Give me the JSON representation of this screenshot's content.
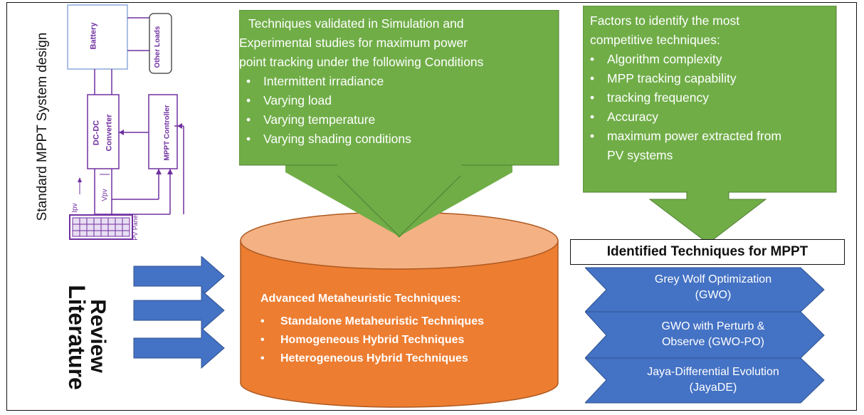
{
  "left_panel": {
    "title": "Standard MPPT System design",
    "battery": "Battery",
    "other_loads": "Other Loads",
    "converter_line1": "DC-DC",
    "converter_line2": "Converter",
    "mppt_controller": "MPPT Controller",
    "ipv_label": "Ipv",
    "vpv_label": "Vpv",
    "pv_panel": "PV Panel"
  },
  "literature_review": {
    "line1": "Literature",
    "line2": "Review"
  },
  "techniques_box": {
    "intro_line1": "Techniques   validated  in   Simulation and",
    "intro_line2": "Experimental studies for maximum power",
    "intro_line3": "point tracking under the following Conditions",
    "items": [
      "Intermittent irradiance",
      "Varying load",
      "Varying temperature",
      "Varying shading  conditions"
    ]
  },
  "factors_box": {
    "intro_line1": "Factors   to   identify   the   most",
    "intro_line2": "competitive techniques:",
    "items": [
      "Algorithm complexity",
      "MPP tracking capability",
      "tracking frequency",
      "Accuracy",
      "maximum power extracted from",
      "PV systems"
    ]
  },
  "cylinder": {
    "heading": "Advanced Metaheuristic Techniques:",
    "items": [
      "Standalone Metaheuristic Techniques",
      "Homogeneous Hybrid Techniques",
      "Heterogeneous Hybrid Techniques"
    ]
  },
  "identified": {
    "title": "Identified Techniques for MPPT",
    "techniques": [
      {
        "line1": "Grey Wolf Optimization",
        "line2": "(GWO)"
      },
      {
        "line1": "GWO with Perturb &",
        "line2": "Observe (GWO-PO)"
      },
      {
        "line1": "Jaya-Differential Evolution",
        "line2": "(JayaDE)"
      }
    ]
  },
  "colors": {
    "green": "#70ad47",
    "orange": "#ed7d31",
    "orange_top": "#f4b183",
    "blue": "#4472c4",
    "purple": "#7030a0"
  }
}
